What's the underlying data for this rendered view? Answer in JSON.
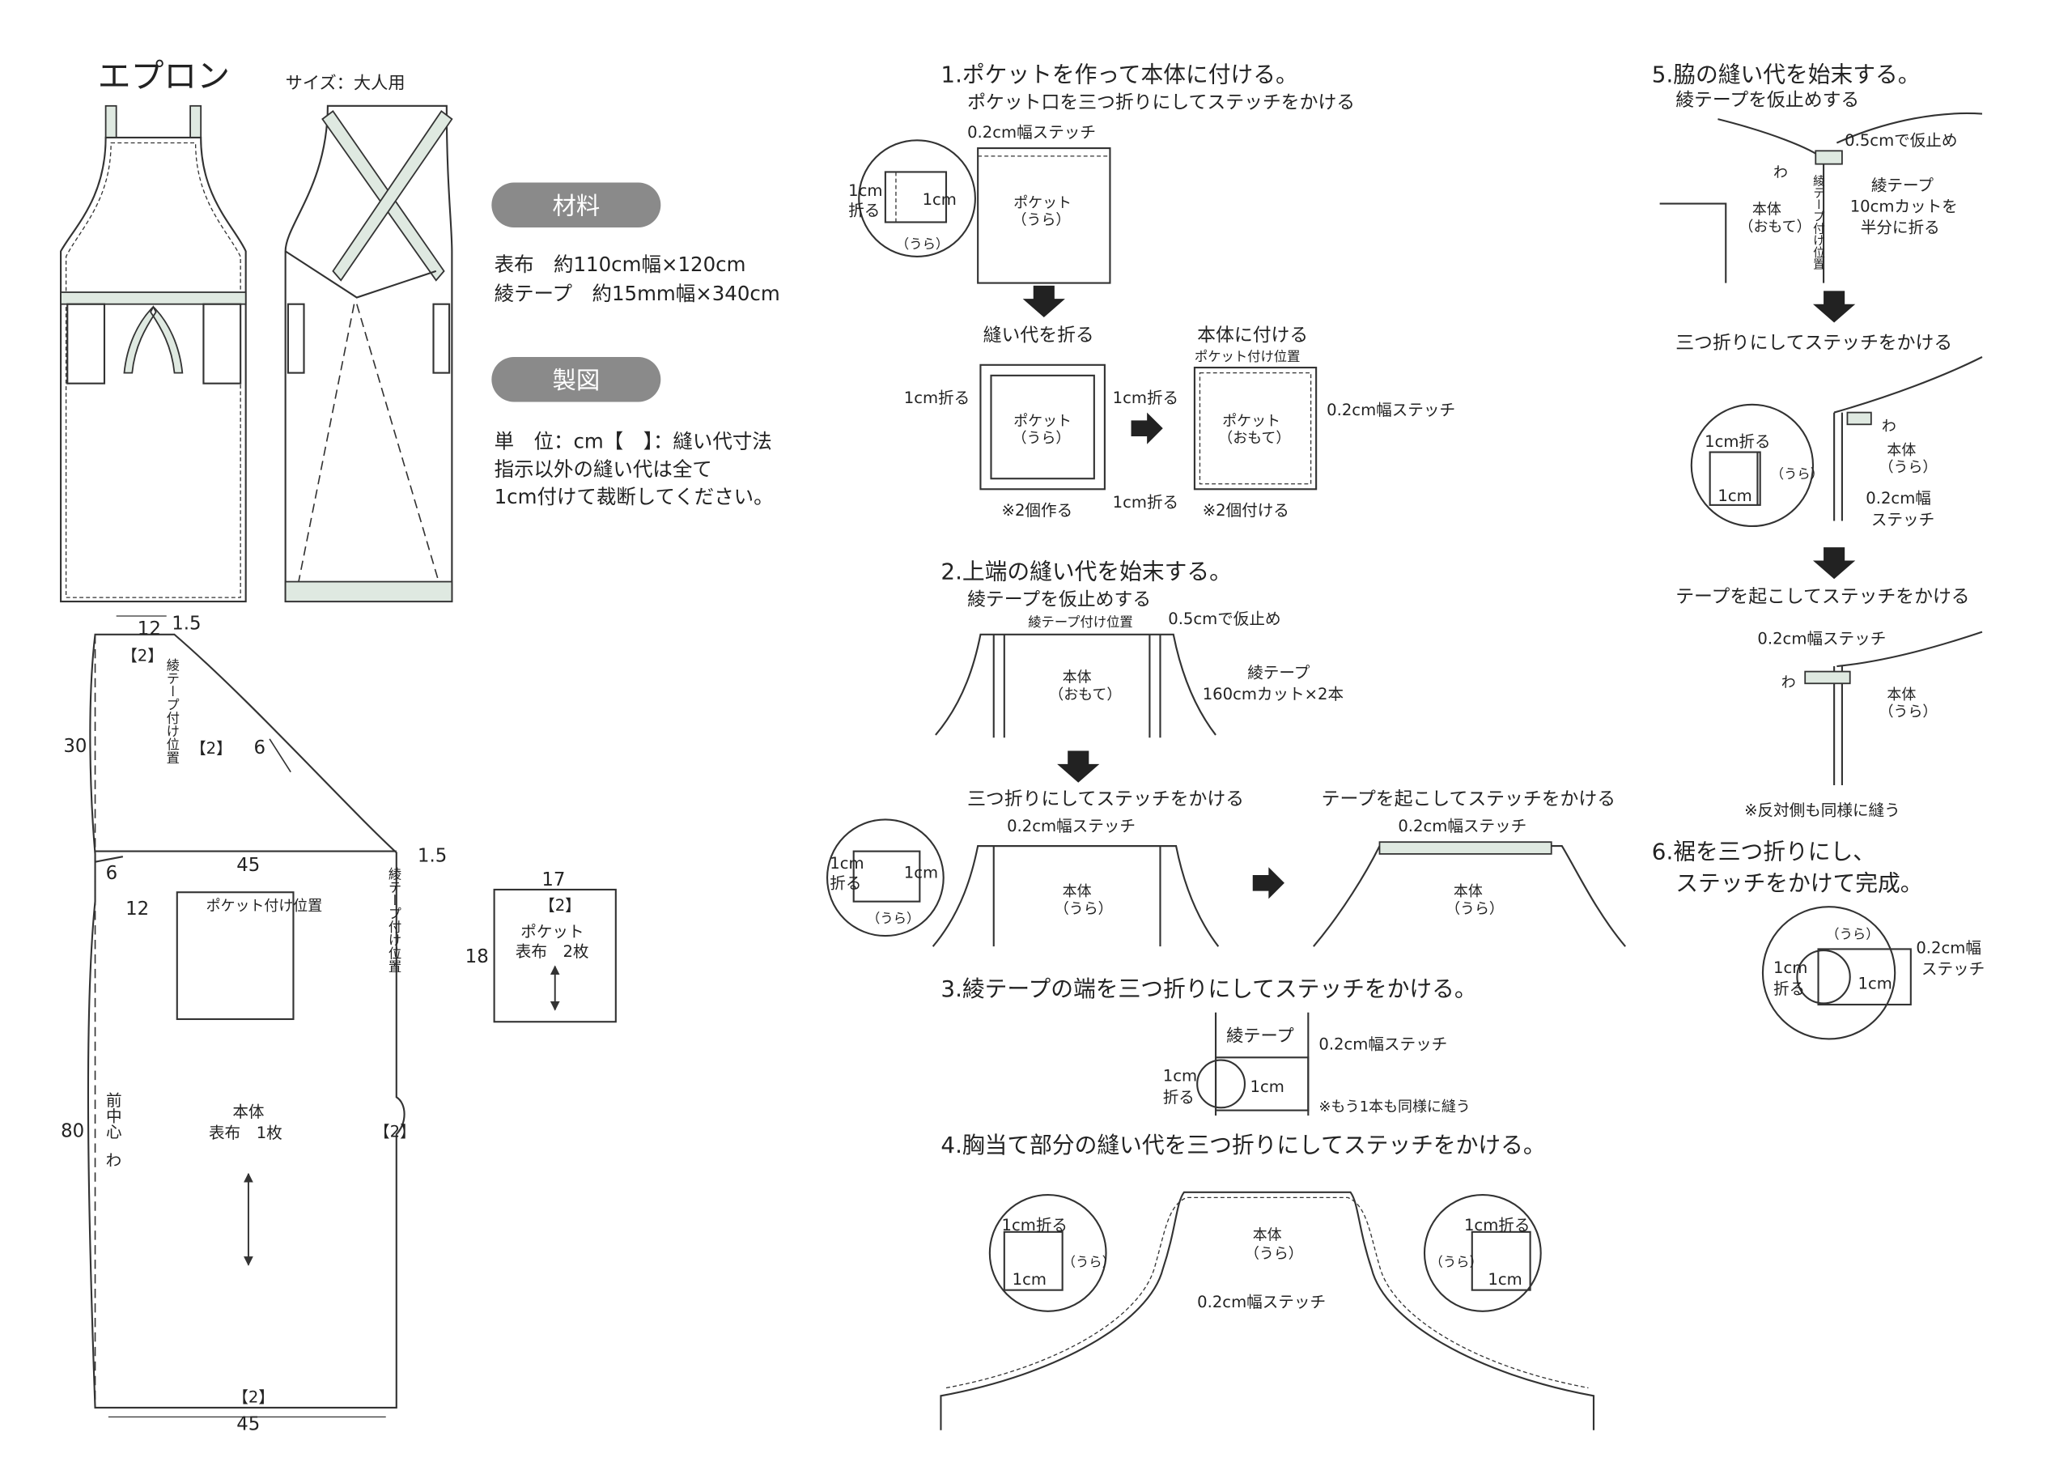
{
  "title": "エプロン",
  "size_label": "サイズ：大人用",
  "badges": {
    "materials": "材料",
    "drafting": "製図"
  },
  "materials": [
    "表布　約110cm幅×120cm",
    "綾テープ　約15mm幅×340cm"
  ],
  "notes": [
    "単　位：cm【　】：縫い代寸法",
    "指示以外の縫い代は全て",
    "1cm付けて裁断してください。"
  ],
  "pattern": {
    "dims": {
      "top": "12",
      "strap": "1.5",
      "strap_right": "1.5",
      "seam_top": "【2】",
      "side": "30",
      "armhole_seam": "【2】",
      "curve": "6",
      "width": "45",
      "left_notch": "6",
      "pocket_offset": "12",
      "height": "80",
      "side_seam": "【2】",
      "hem_seam": "【2】",
      "bottom": "45"
    },
    "tape_pos": "綾テープ付け位置",
    "center": "前中心",
    "fold": "わ",
    "pocket_pos": "ポケット付け位置",
    "body_name": "本体",
    "body_fabric": "表布　1枚",
    "pocket_piece": {
      "width": "17",
      "seam": "【2】",
      "height": "18",
      "name": "ポケット",
      "fabric": "表布　2枚"
    }
  },
  "step1": {
    "title": "1.ポケットを作って本体に付ける。",
    "sub": "ポケット口を三つ折りにしてステッチをかける",
    "stitch": "0.2cm幅ステッチ",
    "fold1": "1cm",
    "fold2": "折る",
    "fold3": "1cm",
    "ura": "（うら）",
    "pocket": "ポケット",
    "pocket_ura": "（うら）",
    "fold_label": "縫い代を折る",
    "left_fold": "1cm折る",
    "right_fold_top": "1cm折る",
    "right_fold_bottom": "1cm折る",
    "make_two": "※2個作る",
    "attach_title": "本体に付ける",
    "attach_pos": "ポケット付け位置",
    "attach_pocket": "ポケット",
    "attach_side": "（おもて）",
    "attach_stitch": "0.2cm幅ステッチ",
    "attach_two": "※2個付ける"
  },
  "step2": {
    "title": "2.上端の縫い代を始末する。",
    "sub": "綾テープを仮止めする",
    "tape_pos": "綾テープ付け位置",
    "tack": "0.5cmで仮止め",
    "body": "本体",
    "body_side": "（おもて）",
    "tape": "綾テープ",
    "tape_cut": "160cmカット×2本",
    "fold_stitch": "三つ折りにしてステッチをかける",
    "raise_stitch": "テープを起こしてステッチをかける",
    "stitch": "0.2cm幅ステッチ",
    "stitch2": "0.2cm幅ステッチ",
    "c_1cm": "1cm",
    "c_fold": "折る",
    "c_1cm2": "1cm",
    "c_ura": "（うら）",
    "body_b": "本体",
    "body_b_side": "（うら）",
    "body_c": "本体",
    "body_c_side": "（うら）"
  },
  "step3": {
    "title": "3.綾テープの端を三つ折りにしてステッチをかける。",
    "tape": "綾テープ",
    "stitch": "0.2cm幅ステッチ",
    "c_1cm": "1cm",
    "c_fold": "折る",
    "c_1cm2": "1cm",
    "note": "※もう1本も同様に縫う"
  },
  "step4": {
    "title": "4.胸当て部分の縫い代を三つ折りにしてステッチをかける。",
    "left_fold": "1cm折る",
    "left_ura": "（うら）",
    "left_1cm": "1cm",
    "body": "本体",
    "body_side": "（うら）",
    "stitch": "0.2cm幅ステッチ",
    "right_fold": "1cm折る",
    "right_ura": "（うら）",
    "right_1cm": "1cm"
  },
  "step5": {
    "title": "5.脇の縫い代を始末する。",
    "sub": "綾テープを仮止めする",
    "tack": "0.5cmで仮止め",
    "fold": "わ",
    "body": "本体",
    "body_side": "（おもて）",
    "tape_pos": "綾テープ付け位置",
    "tape": "綾テープ",
    "tape_cut": "10cmカットを",
    "tape_half": "半分に折る",
    "fold_stitch": "三つ折りにしてステッチをかける",
    "c_fold": "1cm折る",
    "c_ura": "（うら）",
    "c_1cm": "1cm",
    "b_fold": "わ",
    "body_b": "本体",
    "body_b_side": "（うら）",
    "stitch_a": "0.2cm幅",
    "stitch_b": "ステッチ",
    "raise_stitch": "テープを起こしてステッチをかける",
    "stitch": "0.2cm幅ステッチ",
    "c_fold2": "わ",
    "body_c": "本体",
    "body_c_side": "（うら）",
    "note": "※反対側も同様に縫う"
  },
  "step6": {
    "title_a": "6.裾を三つ折りにし、",
    "title_b": "ステッチをかけて完成。",
    "ura": "（うら）",
    "stitch_a": "0.2cm幅",
    "stitch_b": "ステッチ",
    "c_1cm": "1cm",
    "c_fold": "折る",
    "c_1cm2": "1cm"
  }
}
